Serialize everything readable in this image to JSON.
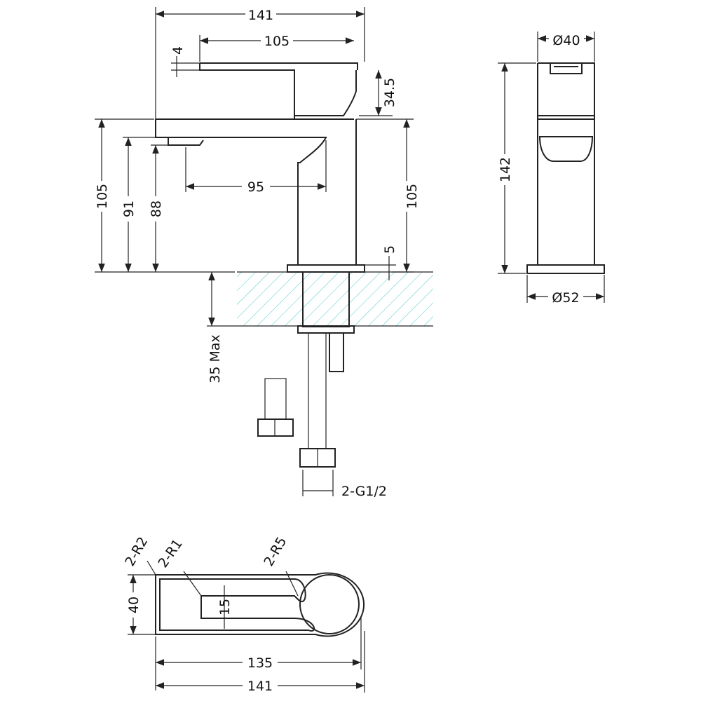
{
  "front_view": {
    "overall_width": "141",
    "lever_length": "105",
    "lever_thickness": "4",
    "handle_height": "34.5",
    "spout_height": "105",
    "aerator_height": "91",
    "outlet_height": "88",
    "spout_reach": "95",
    "body_height": "105",
    "base_thickness": "5",
    "max_deck": "35 Max",
    "connection": "2-G1/2"
  },
  "side_view": {
    "top_diameter": "Ø40",
    "height": "142",
    "base_diameter": "Ø52"
  },
  "plan_view": {
    "radius_a": "2-R2",
    "radius_b": "2-R1",
    "radius_c": "2-R5",
    "depth": "40",
    "slot_width": "15",
    "length_inner": "135",
    "length_overall": "141"
  },
  "colors": {
    "hatch": "#4fc9c9",
    "line": "#222222"
  }
}
